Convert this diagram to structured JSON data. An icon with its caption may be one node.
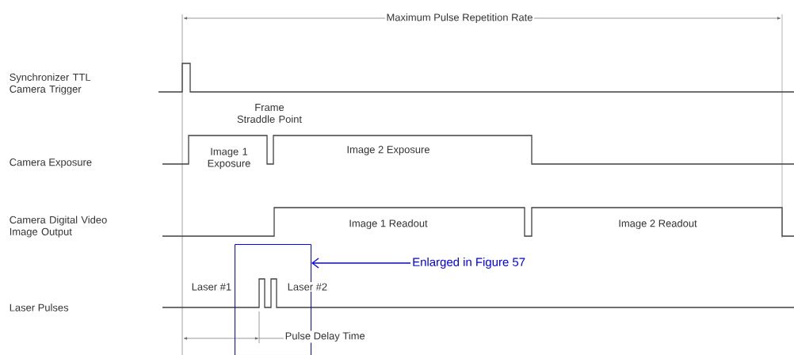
{
  "diagram": {
    "nodes": [
      {
        "text": [
          "Enlarged in Figure 57"
        ]
      },
      {
        "text": [],
        "shape": "box"
      }
    ],
    "edges": [
      {
        "from": 0,
        "to": 1,
        "arrow": "to",
        "color": "#0000ff"
      }
    ],
    "labels": [
      "Maximum Pulse Repetition Rate",
      "Synchronizer TTL Camera Trigger",
      "Frame Straddle Point",
      "Camera Exposure",
      "Image 1 Exposure",
      "Image 2 Exposure",
      "Camera Digital Video Image Output",
      "Image 1 Readout",
      "Image 2 Readout",
      "Laser #1",
      "Laser #2",
      "Laser Pulses",
      "Pulse Delay Time"
    ]
  }
}
